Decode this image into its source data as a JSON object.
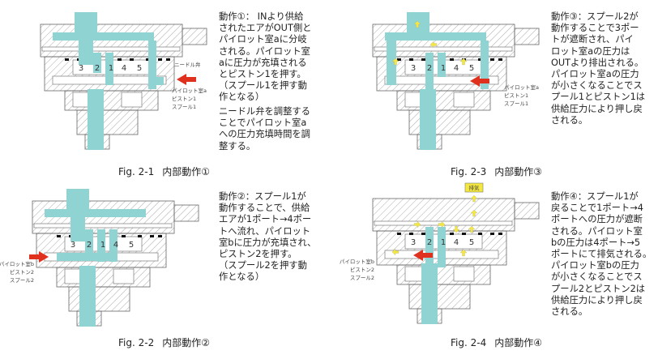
{
  "figures": [
    {
      "caption_no": "Fig. 2-1",
      "caption_title": "内部動作①",
      "text": "動作①： INより供給\nされたエアがOUT側と\nパイロット室aに分岐\nされる。パイロット室\naに圧力が充填される\nとピストン1を押す。\n（スプール1を押す動\n作となる）",
      "text2": "ニードル弁を調整する\nことでパイロット室a\nへの圧力充填時間を調\n整する。",
      "labels": [
        "ニードル弁",
        "パイロット室a",
        "ピストン1",
        "スプール1"
      ],
      "ports": [
        "3",
        "2",
        "1",
        "4",
        "5"
      ]
    },
    {
      "caption_no": "Fig. 2-2",
      "caption_title": "内部動作②",
      "text": "動作②：スプール1が\n動作することで、供給\nエアが1ポート→4ポー\nトへ流れ、パイロット\n室bに圧力が充填され、\nピストン2を押す。\n（スプール2を押す動\n作となる）",
      "labels": [
        "パイロット室b",
        "ピストン2",
        "スプール2"
      ],
      "ports": [
        "3",
        "2",
        "1",
        "4",
        "5"
      ]
    },
    {
      "caption_no": "Fig. 2-3",
      "caption_title": "内部動作③",
      "text": "動作③：スプール2が\n動作することで3ポー\nトが遮断され、パイ\nロット室aの圧力は\nOUTより排出される。\nパイロット室aの圧力\nが小さくなることでス\nプール1とピストン1は\n供給圧力により押し戻\nされる。",
      "labels": [
        "パイロット室a",
        "ピストン1",
        "スプール1"
      ],
      "ports": [
        "3",
        "2",
        "1",
        "4",
        "5"
      ]
    },
    {
      "caption_no": "Fig. 2-4",
      "caption_title": "内部動作④",
      "text": "動作④：スプール1が\n戻ることで1ポート→4\nポートへの圧力が遮断\nされる。パイロット室\nbの圧力は4ポート→5\nポートにて排気される。\nパイロット室bの圧力\nが小さくなることでス\nプール2とピストン2は\n供給圧力により押し戻\nされる。",
      "labels": [
        "パイロット室b",
        "ピストン2",
        "スプール2"
      ],
      "exhaust_label": "排気",
      "ports": [
        "3",
        "2",
        "1",
        "4",
        "5"
      ]
    }
  ],
  "colors": {
    "flow": "#8fd3d3",
    "arrow": "#e0301e",
    "yellow": "#f4e840",
    "hatch": "#888888"
  }
}
